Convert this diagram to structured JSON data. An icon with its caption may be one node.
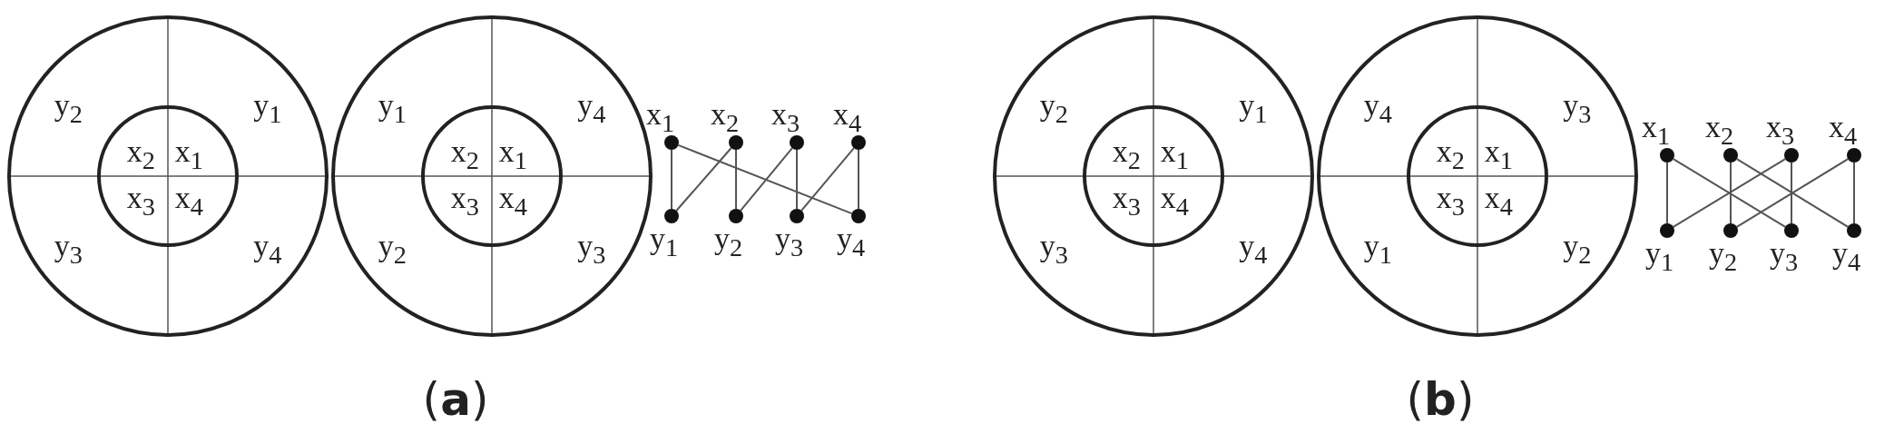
{
  "diagram": {
    "nodes": [
      {
        "text": [
          "y$_{2}$",
          "y$_{1}$",
          "y$_{3}$",
          "y$_{4}$"
        ]
      },
      {
        "text": [
          "x$_{2}$",
          "x$_{1}$",
          "x$_{3}$",
          "x$_{4}$"
        ],
        "in": 0
      },
      {
        "text": [
          "y$_{1}$",
          "y$_{4}$",
          "y$_{2}$",
          "y$_{3}$"
        ]
      },
      {
        "text": [
          "x$_{2}$",
          "x$_{1}$",
          "x$_{3}$",
          "x$_{4}$"
        ],
        "in": 2
      },
      {
        "text": [
          "x$_{1}$"
        ]
      },
      {
        "text": [
          "x$_{2}$"
        ]
      },
      {
        "text": [
          "x$_{3}$"
        ]
      },
      {
        "text": [
          "x$_{4}$"
        ]
      },
      {
        "text": [
          "y$_{1}$"
        ]
      },
      {
        "text": [
          "y$_{2}$"
        ]
      },
      {
        "text": [
          "y$_{3}$"
        ]
      },
      {
        "text": [
          "y$_{4}$"
        ]
      },
      {
        "text": [
          "y$_{2}$",
          "y$_{1}$",
          "y$_{3}$",
          "y$_{4}$"
        ]
      },
      {
        "text": [
          "x$_{2}$",
          "x$_{1}$",
          "x$_{3}$",
          "x$_{4}$"
        ],
        "in": 12
      },
      {
        "text": [
          "y$_{4}$",
          "y$_{3}$",
          "y$_{1}$",
          "y$_{2}$"
        ]
      },
      {
        "text": [
          "x$_{2}$",
          "x$_{1}$",
          "x$_{3}$",
          "x$_{4}$"
        ],
        "in": 14
      },
      {
        "text": [
          "x$_{1}$"
        ]
      },
      {
        "text": [
          "x$_{2}$"
        ]
      },
      {
        "text": [
          "x$_{3}$"
        ]
      },
      {
        "text": [
          "x$_{4}$"
        ]
      },
      {
        "text": [
          "y$_{1}$"
        ]
      },
      {
        "text": [
          "y$_{2}$"
        ]
      },
      {
        "text": [
          "y$_{3}$"
        ]
      },
      {
        "text": [
          "y$_{4}$"
        ]
      }
    ],
    "edges": [
      {
        "from": 4,
        "to": 8,
        "arrow": "none"
      },
      {
        "from": 4,
        "to": 11,
        "arrow": "none"
      },
      {
        "from": 5,
        "to": 8,
        "arrow": "none"
      },
      {
        "from": 5,
        "to": 9,
        "arrow": "none"
      },
      {
        "from": 6,
        "to": 9,
        "arrow": "none"
      },
      {
        "from": 6,
        "to": 10,
        "arrow": "none"
      },
      {
        "from": 7,
        "to": 10,
        "arrow": "none"
      },
      {
        "from": 7,
        "to": 11,
        "arrow": "none"
      },
      {
        "from": 16,
        "to": 20,
        "arrow": "none"
      },
      {
        "from": 16,
        "to": 22,
        "arrow": "none"
      },
      {
        "from": 17,
        "to": 21,
        "arrow": "none"
      },
      {
        "from": 17,
        "to": 23,
        "arrow": "none"
      },
      {
        "from": 18,
        "to": 20,
        "arrow": "none"
      },
      {
        "from": 18,
        "to": 22,
        "arrow": "none"
      },
      {
        "from": 19,
        "to": 21,
        "arrow": "none"
      },
      {
        "from": 19,
        "to": 23,
        "arrow": "none"
      }
    ],
    "labels": [
      "(**a**)",
      "(**b**)"
    ]
  }
}
